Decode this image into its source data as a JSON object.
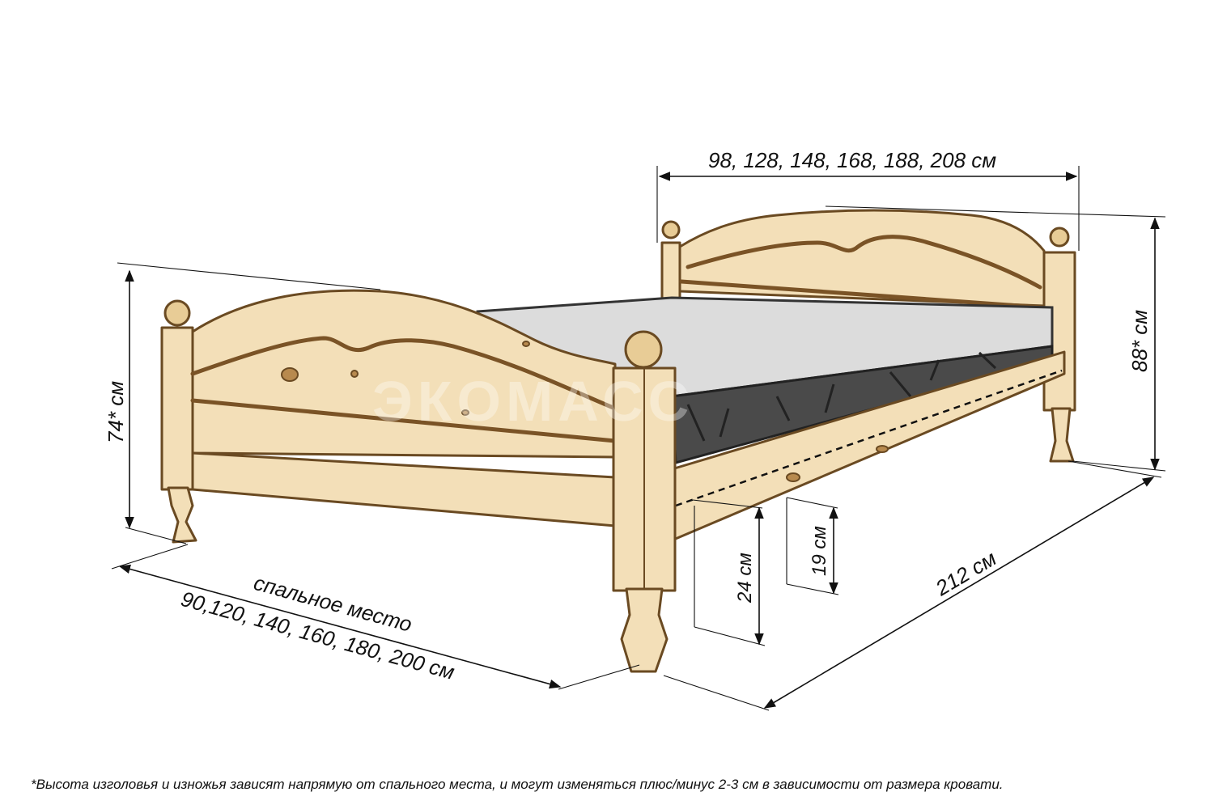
{
  "diagram": {
    "headboard_width_label": "98, 128, 148, 168, 188, 208 см",
    "headboard_height_label": "88* см",
    "footboard_height_label": "74* см",
    "sleeping_place_label": "спальное место",
    "sleeping_place_sizes_label": "90,120, 140, 160, 180, 200 см",
    "length_label": "212 см",
    "clearance_24_label": "24 см",
    "clearance_19_label": "19 см",
    "watermark": "ЭКОМАСС",
    "footnote": "*Высота изголовья и изножья зависят напрямую от спального места, и могут изменяться плюс/минус 2-3 см в зависимости от размера кровати.",
    "colors": {
      "wood": "#f3dfb8",
      "wood_outline": "#6a4a22",
      "mattress_top": "#dcdcdc",
      "mattress_side": "#4a4a4a"
    }
  }
}
